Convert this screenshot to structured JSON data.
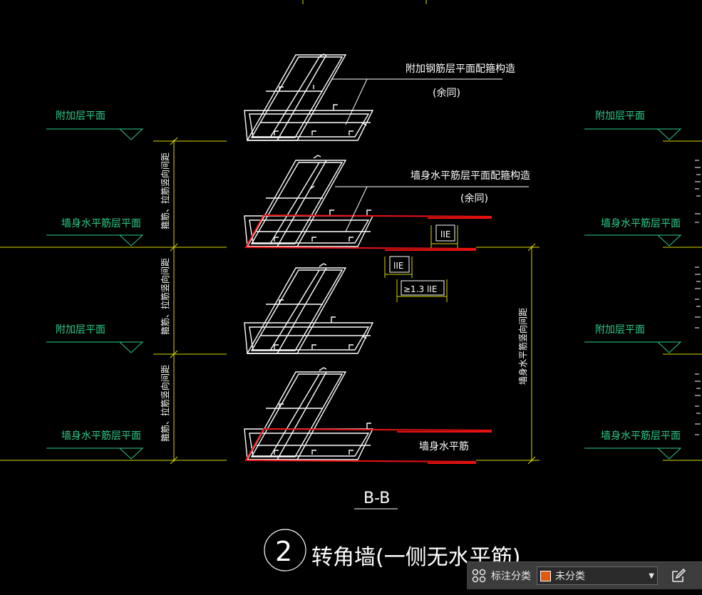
{
  "labels": {
    "level_add_left_top": "附加层平面",
    "level_wall_left_mid": "墙身水平筋层平面",
    "level_add_left_low": "附加层平面",
    "level_wall_left_bot": "墙身水平筋层平面",
    "level_add_right_top": "附加层平面",
    "level_wall_right_mid": "墙身水平筋层平面",
    "level_add_right_low": "附加层平面",
    "level_wall_right_bot": "墙身水平筋层平面",
    "dim_vertical_1": "箍筋、拉筋竖向间距",
    "dim_vertical_2": "箍筋、拉筋竖向间距",
    "dim_vertical_3": "箍筋、拉筋竖向间距",
    "dim_right": "墙身水平筋竖向间距",
    "note_additional": "附加钢筋层平面配箍构造",
    "note_additional_same": "(余同)",
    "note_wall": "墙身水平筋层平面配箍构造",
    "note_wall_same": "(余同)",
    "lap_1": "lIE",
    "lap_2": "lIE",
    "lap_3": "≥1.3 lIE",
    "bar_label": "墙身水平筋",
    "section": "B-B",
    "detail_number": "2",
    "detail_title": "转角墙(一侧无水平筋)"
  },
  "status_bar": {
    "label": "标注分类",
    "category": "未分类",
    "category_color": "#e05a10"
  },
  "icons": {
    "grid": "grid-icon",
    "dropdown": "chevron-down-icon",
    "edit": "edit-icon"
  }
}
